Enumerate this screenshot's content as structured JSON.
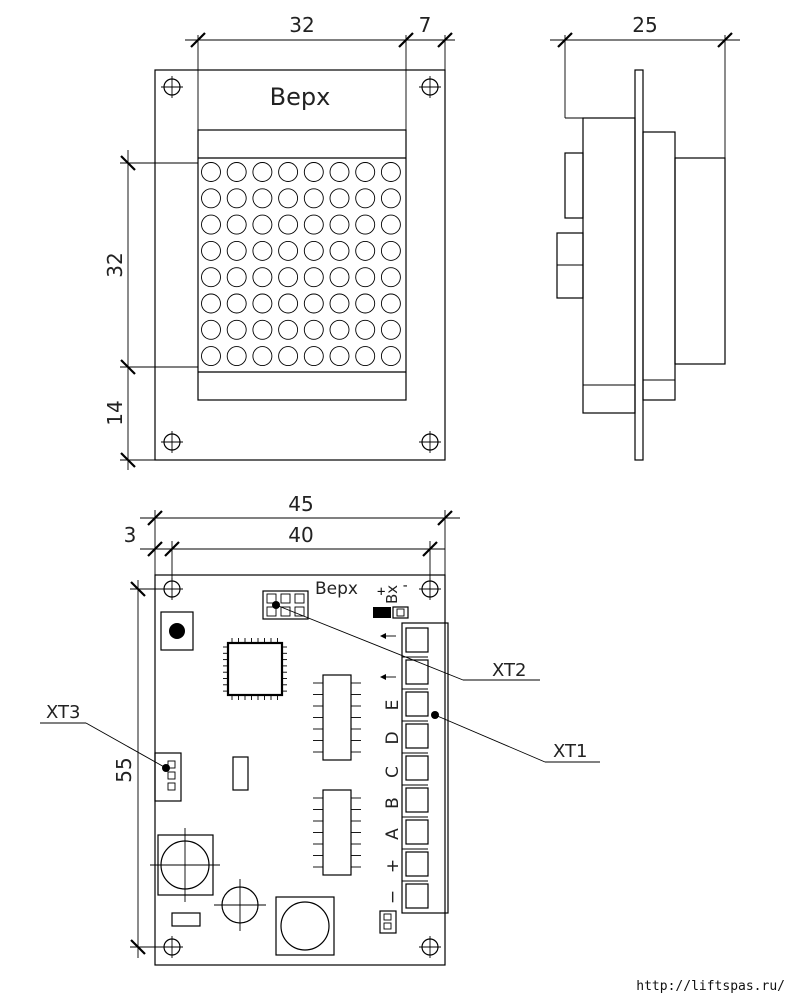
{
  "front_view": {
    "dim_width": "32",
    "dim_margin": "7",
    "dim_height": "32",
    "dim_bottom": "14",
    "top_label": "Верх"
  },
  "side_view": {
    "dim_depth": "25"
  },
  "board_view": {
    "dim_total_width": "45",
    "dim_inner_width": "40",
    "dim_offset": "3",
    "dim_height": "55",
    "top_label": "Верх",
    "input_label": "Вх",
    "plus_label": "+",
    "minus_label": "-",
    "pin_labels": [
      "E",
      "D",
      "C",
      "B",
      "A",
      "+",
      "−"
    ],
    "connectors": {
      "xt1": "XT1",
      "xt2": "XT2",
      "xt3": "XT3"
    }
  },
  "footer": {
    "url": "http://liftspas.ru/"
  }
}
